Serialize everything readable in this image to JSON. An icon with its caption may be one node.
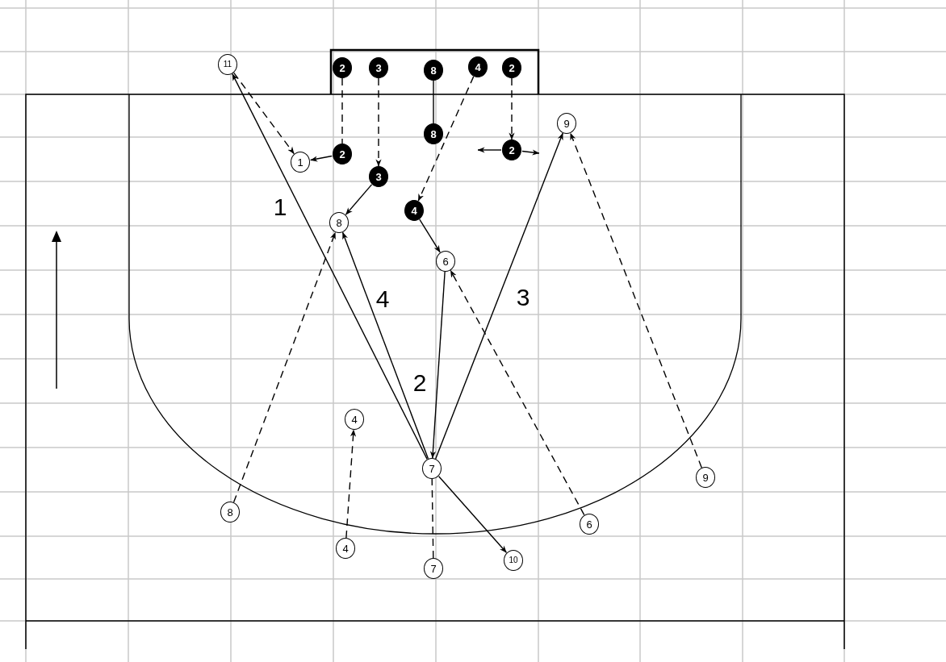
{
  "diagram": {
    "nodes": [
      {
        "text": [
          "11"
        ]
      },
      {
        "text": [
          "2"
        ]
      },
      {
        "text": [
          "3"
        ]
      },
      {
        "text": [
          "8"
        ]
      },
      {
        "text": [
          "4"
        ]
      },
      {
        "text": [
          "2"
        ]
      },
      {
        "text": [
          "9"
        ]
      },
      {
        "text": [
          "8"
        ]
      },
      {
        "text": [
          "1"
        ]
      },
      {
        "text": [
          "2"
        ]
      },
      {
        "text": [
          "2"
        ]
      },
      {
        "text": [
          "3"
        ]
      },
      {
        "text": [
          "4"
        ]
      },
      {
        "text": [
          "8"
        ]
      },
      {
        "text": [
          "6"
        ]
      },
      {
        "text": [
          "4"
        ]
      },
      {
        "text": [
          "7"
        ]
      },
      {
        "text": [
          "9"
        ]
      },
      {
        "text": [
          "8"
        ]
      },
      {
        "text": [
          "6"
        ]
      },
      {
        "text": [
          "4"
        ]
      },
      {
        "text": [
          "7"
        ]
      },
      {
        "text": [
          "10"
        ]
      }
    ],
    "edges": [
      {
        "from": 0,
        "to": 8,
        "arrow": "to",
        "style": "dashed"
      },
      {
        "from": 16,
        "to": 0,
        "arrow": "to",
        "label": "1"
      },
      {
        "from": 14,
        "to": 16,
        "arrow": "to",
        "label": "2"
      },
      {
        "from": 16,
        "to": 6,
        "arrow": "to",
        "label": "3"
      },
      {
        "from": 16,
        "to": 13,
        "arrow": "to",
        "label": "4"
      },
      {
        "from": 1,
        "to": 9,
        "arrow": "none",
        "style": "dashed"
      },
      {
        "from": 9,
        "to": 8,
        "arrow": "to"
      },
      {
        "from": 2,
        "to": 11,
        "arrow": "to",
        "style": "dashed"
      },
      {
        "from": 11,
        "to": 13,
        "arrow": "to"
      },
      {
        "from": 3,
        "to": 7,
        "arrow": "none"
      },
      {
        "from": 4,
        "to": 12,
        "arrow": "to",
        "style": "dashed"
      },
      {
        "from": 12,
        "to": 14,
        "arrow": "to"
      },
      {
        "from": 5,
        "to": 10,
        "arrow": "to",
        "style": "dashed"
      },
      {
        "from": 10,
        "to": null,
        "arrow": "to"
      },
      {
        "from": 10,
        "to": null,
        "arrow": "to"
      },
      {
        "from": 18,
        "to": 13,
        "arrow": "to",
        "style": "dashed"
      },
      {
        "from": 19,
        "to": 14,
        "arrow": "to",
        "style": "dashed"
      },
      {
        "from": 17,
        "to": 6,
        "arrow": "to",
        "style": "dashed"
      },
      {
        "from": 20,
        "to": 15,
        "arrow": "to",
        "style": "dashed"
      },
      {
        "from": 21,
        "to": 16,
        "arrow": "none",
        "style": "dashed"
      },
      {
        "from": 16,
        "to": 22,
        "arrow": "to"
      }
    ]
  }
}
